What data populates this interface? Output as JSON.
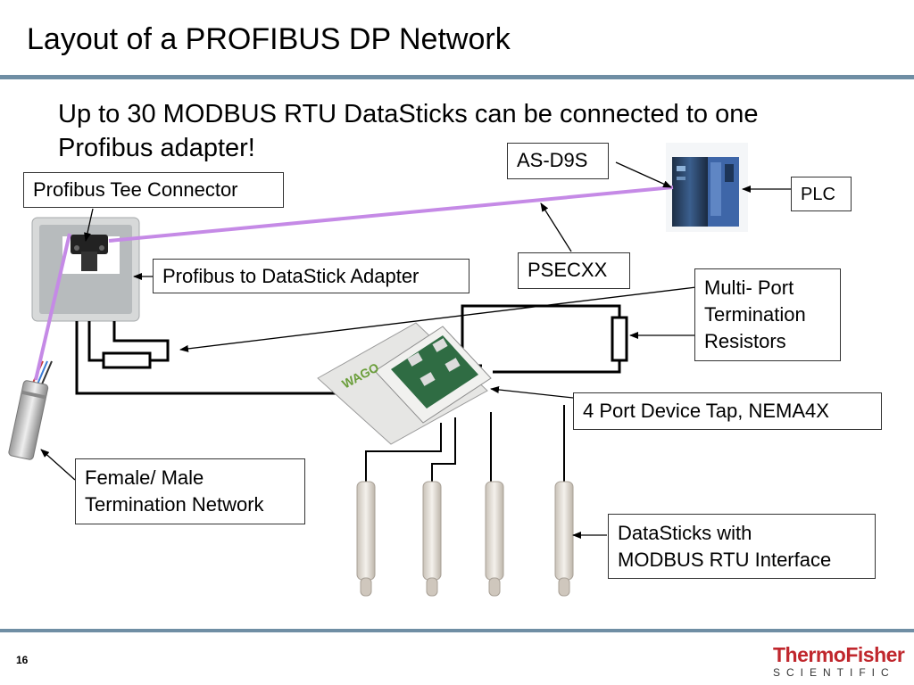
{
  "title": "Layout of a PROFIBUS DP Network",
  "subtitle": "Up to 30 MODBUS RTU DataSticks can be connected to one Profibus adapter!",
  "callouts": {
    "tee_connector": "Profibus Tee Connector",
    "as_d9s": "AS-D9S",
    "plc": "PLC",
    "psecxx": "PSECXX",
    "adapter": "Profibus to DataStick Adapter",
    "termination_resistors_1": "Multi- Port",
    "termination_resistors_2": "Termination",
    "termination_resistors_3": "Resistors",
    "device_tap": "4 Port Device Tap, NEMA4X",
    "termination_network_1": "Female/ Male",
    "termination_network_2": "Termination Network",
    "datasticks_1": "DataSticks with",
    "datasticks_2": "MODBUS RTU Interface"
  },
  "device_tap_brand": "WAGO",
  "page_number": "16",
  "logo": {
    "line1": "ThermoFisher",
    "line2": "SCIENTIFIC"
  },
  "colors": {
    "accent_bar": "#6f8ea4",
    "profibus_cable": "#c58ae6",
    "logo_red": "#c0272d"
  }
}
